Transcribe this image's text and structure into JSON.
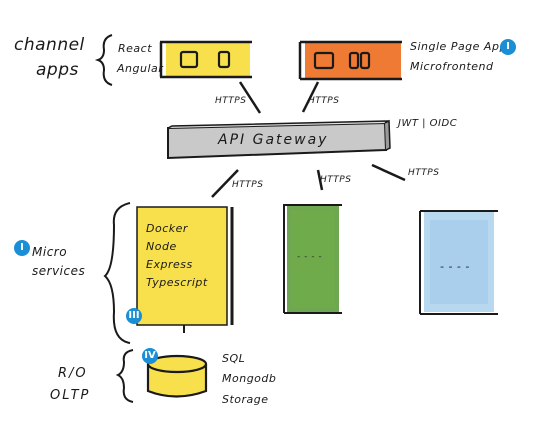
{
  "channel_apps": {
    "label_line1": "channel",
    "label_line2": "apps",
    "left_app_labels": [
      "React",
      "Angular"
    ],
    "right_app_labels": [
      "Single Page App",
      "Microfrontend"
    ],
    "left_protocol": "HTTPS",
    "right_protocol": "HTTPS"
  },
  "gateway": {
    "label": "API Gateway",
    "auth_note": "JWT | OIDC",
    "protocols": [
      "HTTPS",
      "HTTPS",
      "HTTPS"
    ]
  },
  "microservices": {
    "label_line1": "Micro",
    "label_line2": "services",
    "stack": [
      "Docker",
      "Node",
      "Express",
      "Typescript"
    ],
    "green_service_text": "- - - -",
    "blue_service_text": "- - - -"
  },
  "data_layer": {
    "label_line1": "R/O",
    "label_line2": "OLTP",
    "stores": [
      "SQL",
      "Mongodb",
      "Storage"
    ]
  },
  "badges": {
    "spa": "I",
    "microservices": "I",
    "node": "III",
    "db": "IV"
  },
  "colors": {
    "yellow": "#f7e04b",
    "orange": "#ef7a33",
    "green": "#5a9a3a",
    "blue": "#b8d8f0",
    "gateway_grey": "#c9c9c9",
    "badge_blue": "#1a8fd6"
  }
}
